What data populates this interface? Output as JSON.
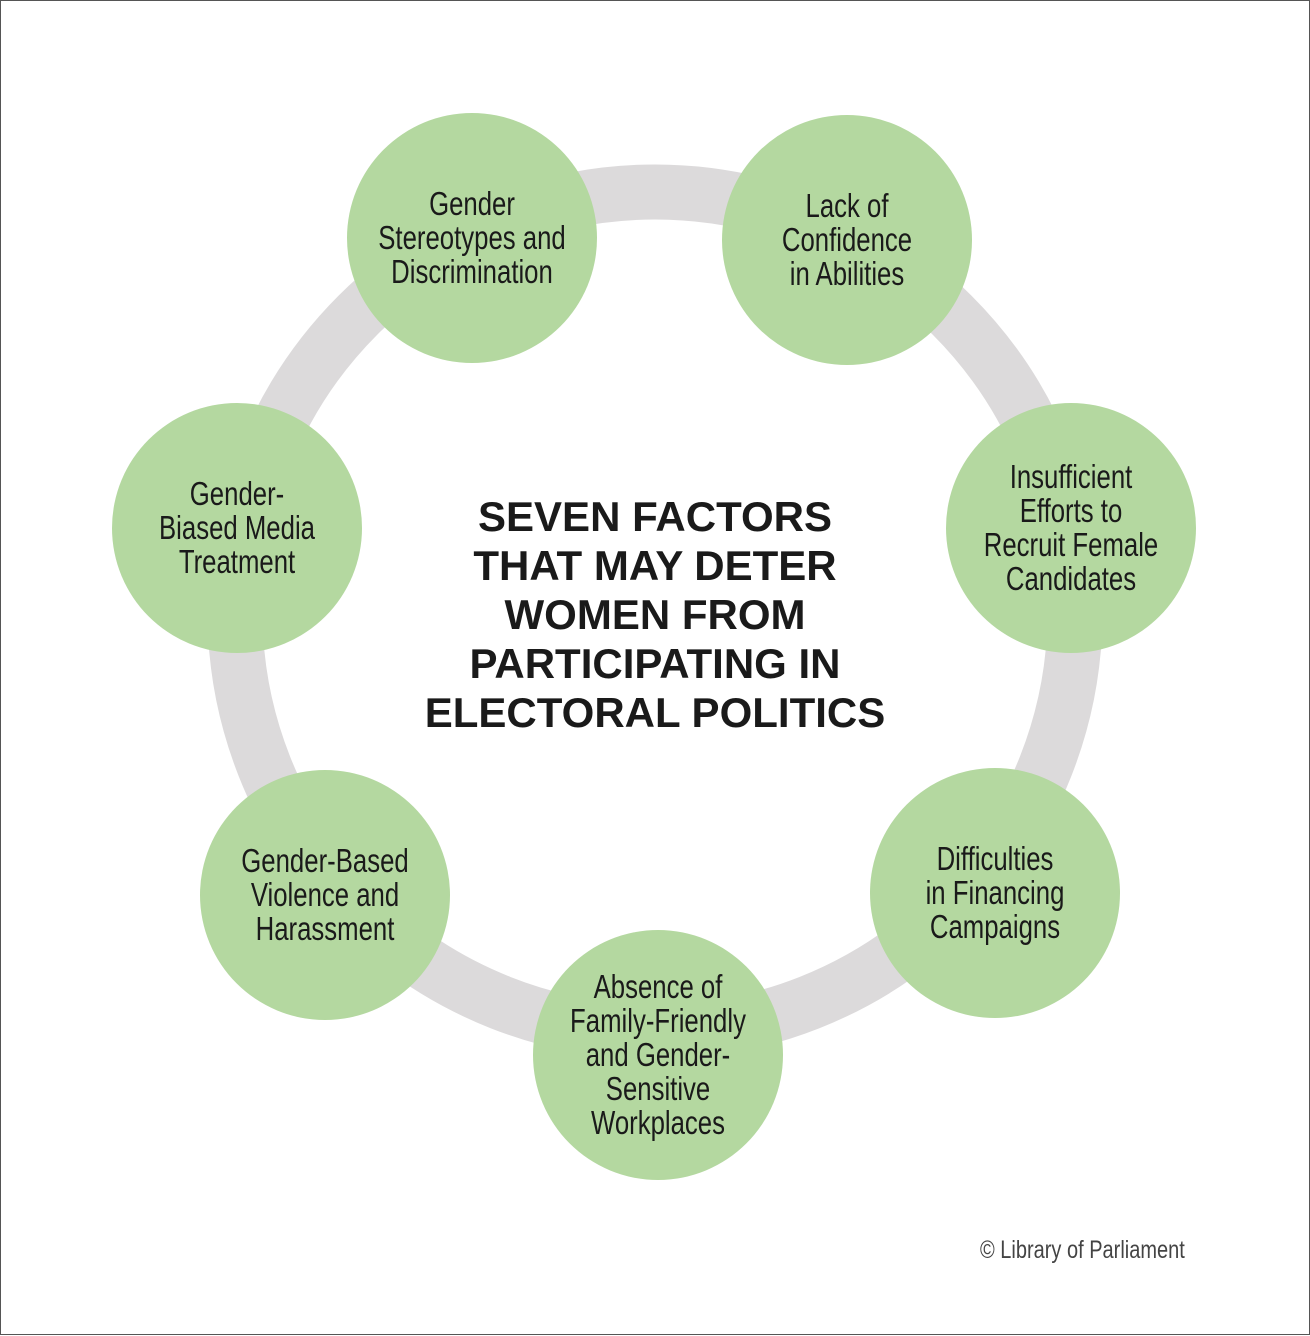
{
  "title": "SEVEN FACTORS\nTHAT MAY DETER\nWOMEN FROM\nPARTICIPATING IN\nELECTORAL POLITICS",
  "factors": [
    "Gender\nStereotypes and\nDiscrimination",
    "Lack of\nConfidence\nin Abilities",
    "Insufficient\nEfforts to\nRecruit Female\nCandidates",
    "Difficulties\nin Financing\nCampaigns",
    "Absence of\nFamily-Friendly\nand Gender-\nSensitive\nWorkplaces",
    "Gender-Based\nViolence and\nHarassment",
    "Gender-\nBiased Media\nTreatment"
  ],
  "credit": "© Library of Parliament",
  "colors": {
    "node": "#b4d8a0",
    "ring": "#dcdadb",
    "text": "#1a1a1a"
  }
}
